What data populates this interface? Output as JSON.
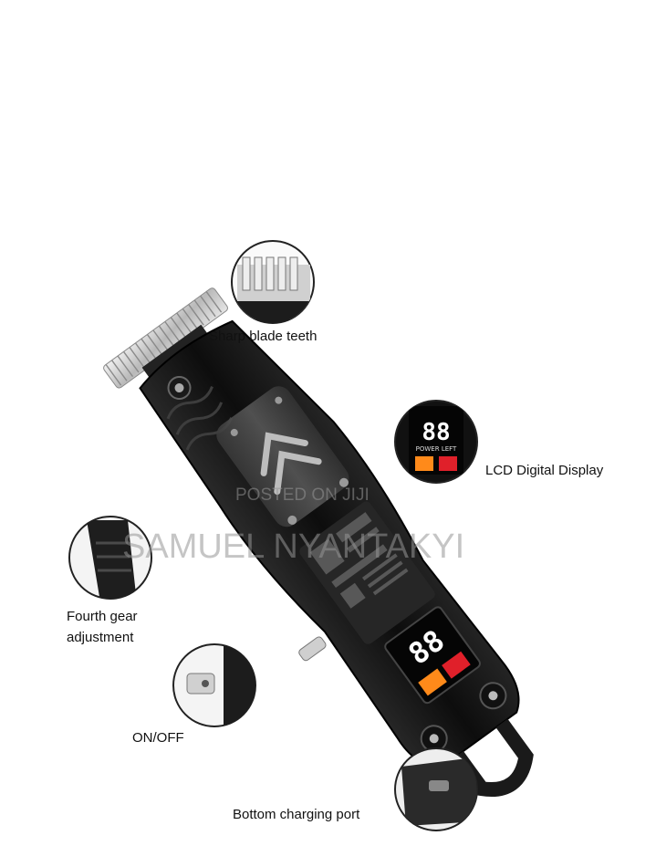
{
  "callouts": {
    "blade": "Sharp blade teeth",
    "lcd": "LCD Digital Display",
    "gear_line1": "Fourth gear",
    "gear_line2": "adjustment",
    "switch": "ON/OFF",
    "port": "Bottom charging port"
  },
  "lcd_panel": {
    "digits": "88",
    "power_text": "POWER LEFT"
  },
  "watermark": {
    "line1": "POSTED ON JIJI",
    "line2": "SAMUEL NYANTAKYI"
  },
  "colors": {
    "body": "#141414",
    "lcd_orange": "#ff8a1a",
    "lcd_red": "#e0202a",
    "blade": "#d8d8d8"
  }
}
